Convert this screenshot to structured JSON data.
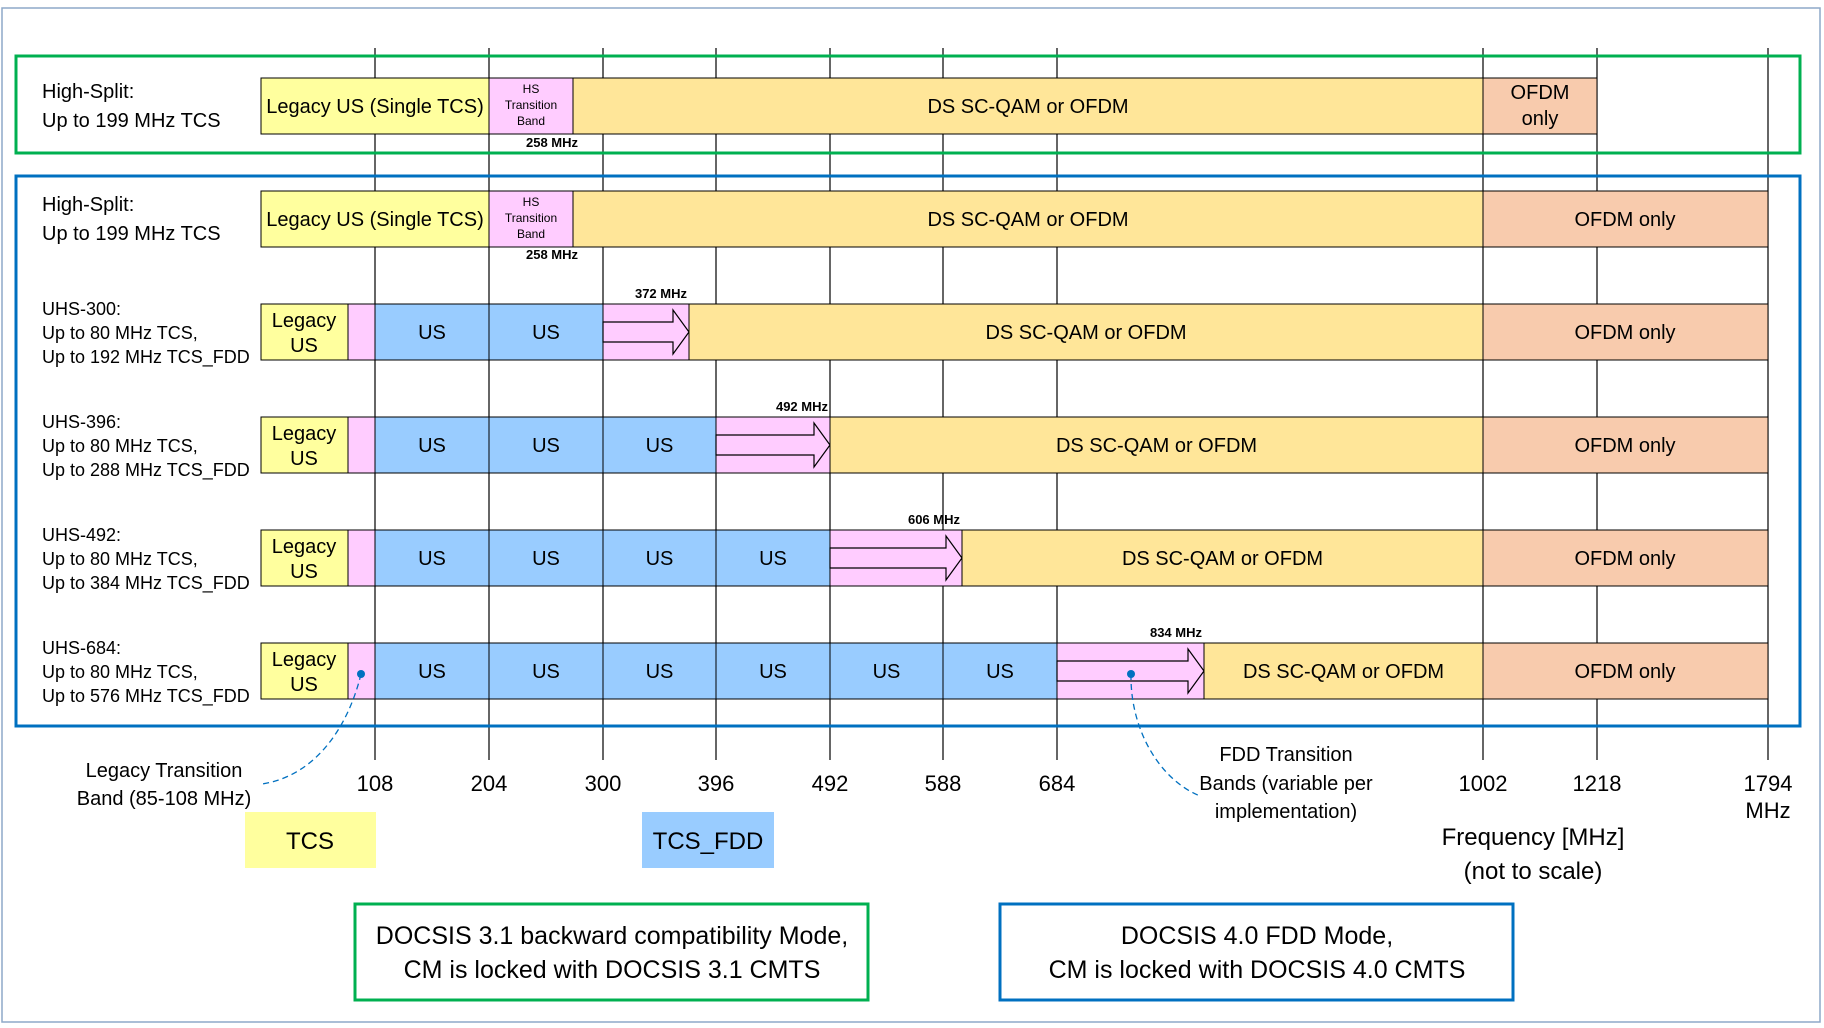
{
  "colors": {
    "legacy_us": "#ffff9e",
    "hs_transition": "#ffccff",
    "ds": "#ffe699",
    "ofdm": "#f8cbad",
    "us_fdd": "#99ccff",
    "green_frame": "#00b050",
    "blue_frame": "#0070c0",
    "grid": "#000000"
  },
  "top_row": {
    "title_line1": "High-Split:",
    "title_line2": "Up to 199 MHz TCS",
    "legacy_label": "Legacy US (Single TCS)",
    "hs_line1": "HS",
    "hs_line2": "Transition",
    "hs_line3": "Band",
    "ds_label": "DS SC-QAM or OFDM",
    "ofdm_line1": "OFDM",
    "ofdm_line2": "only",
    "edge_mhz": "258 MHz"
  },
  "high_split_row": {
    "title_line1": "High-Split:",
    "title_line2": "Up to 199 MHz TCS",
    "legacy_label": "Legacy US (Single TCS)",
    "hs_line1": "HS",
    "hs_line2": "Transition",
    "hs_line3": "Band",
    "ds_label": "DS SC-QAM or OFDM",
    "ofdm_label": "OFDM only",
    "edge_mhz": "258 MHz"
  },
  "uhs_rows": [
    {
      "title": "UHS-300:",
      "line2": "Up to 80 MHz TCS,",
      "line3": "Up to 192 MHz TCS_FDD",
      "legacy1": "Legacy",
      "legacy2": "US",
      "us_label": "US",
      "us_count": 2,
      "edge_mhz": "372 MHz",
      "ds_label": "DS SC-QAM or OFDM",
      "ofdm_label": "OFDM only"
    },
    {
      "title": "UHS-396:",
      "line2": "Up to 80 MHz TCS,",
      "line3": "Up to 288 MHz TCS_FDD",
      "legacy1": "Legacy",
      "legacy2": "US",
      "us_label": "US",
      "us_count": 3,
      "edge_mhz": "492 MHz",
      "ds_label": "DS SC-QAM or OFDM",
      "ofdm_label": "OFDM only"
    },
    {
      "title": "UHS-492:",
      "line2": "Up to 80 MHz TCS,",
      "line3": "Up to 384 MHz TCS_FDD",
      "legacy1": "Legacy",
      "legacy2": "US",
      "us_label": "US",
      "us_count": 4,
      "edge_mhz": "606 MHz",
      "ds_label": "DS SC-QAM or OFDM",
      "ofdm_label": "OFDM only"
    },
    {
      "title": "UHS-684:",
      "line2": "Up to 80 MHz TCS,",
      "line3": "Up to 576 MHz TCS_FDD",
      "legacy1": "Legacy",
      "legacy2": "US",
      "us_label": "US",
      "us_count": 6,
      "edge_mhz": "834 MHz",
      "ds_label": "DS SC-QAM or OFDM",
      "ofdm_label": "OFDM only"
    }
  ],
  "axis_ticks": [
    "108",
    "204",
    "300",
    "396",
    "492",
    "588",
    "684",
    "1002",
    "1218",
    "1794"
  ],
  "axis_unit": "MHz",
  "axis_title_line1": "Frequency [MHz]",
  "axis_title_line2": "(not to scale)",
  "annotations": {
    "legacy_transition_line1": "Legacy Transition",
    "legacy_transition_line2": "Band (85-108 MHz)",
    "fdd_transition_line1": "FDD Transition",
    "fdd_transition_line2": "Bands (variable per",
    "fdd_transition_line3": "implementation)"
  },
  "legend": {
    "tcs": "TCS",
    "tcs_fdd": "TCS_FDD"
  },
  "modes": {
    "docsis31_line1": "DOCSIS 3.1 backward compatibility Mode,",
    "docsis31_line2": "CM is locked with DOCSIS 3.1 CMTS",
    "docsis40_line1": "DOCSIS 4.0 FDD Mode,",
    "docsis40_line2": "CM is locked with DOCSIS 4.0 CMTS"
  }
}
